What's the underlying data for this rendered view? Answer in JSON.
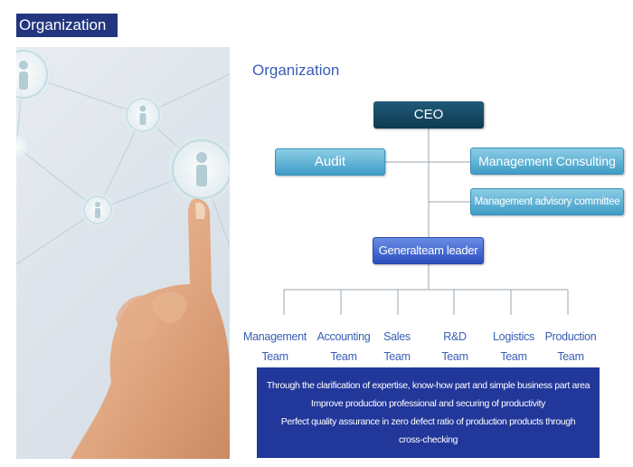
{
  "header": {
    "title": "Organization"
  },
  "diagram": {
    "title": "Organization",
    "ceo": "CEO",
    "audit": "Audit",
    "management_consulting": "Management Consulting",
    "advisory_committee": "Management advisory committee",
    "general_leader": "Generalteam leader",
    "teams": [
      {
        "line1": "Management",
        "line2": "Team"
      },
      {
        "line1": "Accounting",
        "line2": "Team"
      },
      {
        "line1": "Sales",
        "line2": "Team"
      },
      {
        "line1": "R&D",
        "line2": "Team"
      },
      {
        "line1": "Logistics",
        "line2": "Team"
      },
      {
        "line1": "Production",
        "line2": "Team"
      }
    ]
  },
  "info": {
    "lines": [
      "Through the clarification of expertise, know-how part and simple business part area",
      "Improve production professional and securing of productivity",
      "Perfect quality assurance in zero defect ratio of production products through",
      "cross-checking"
    ]
  },
  "colors": {
    "header_bg": "#22357e",
    "ceo_box": "#0f3a52",
    "light_box": "#3f9cc6",
    "general_box": "#2b4fbf",
    "team_text": "#3a5db5",
    "info_bg": "#22379a"
  }
}
